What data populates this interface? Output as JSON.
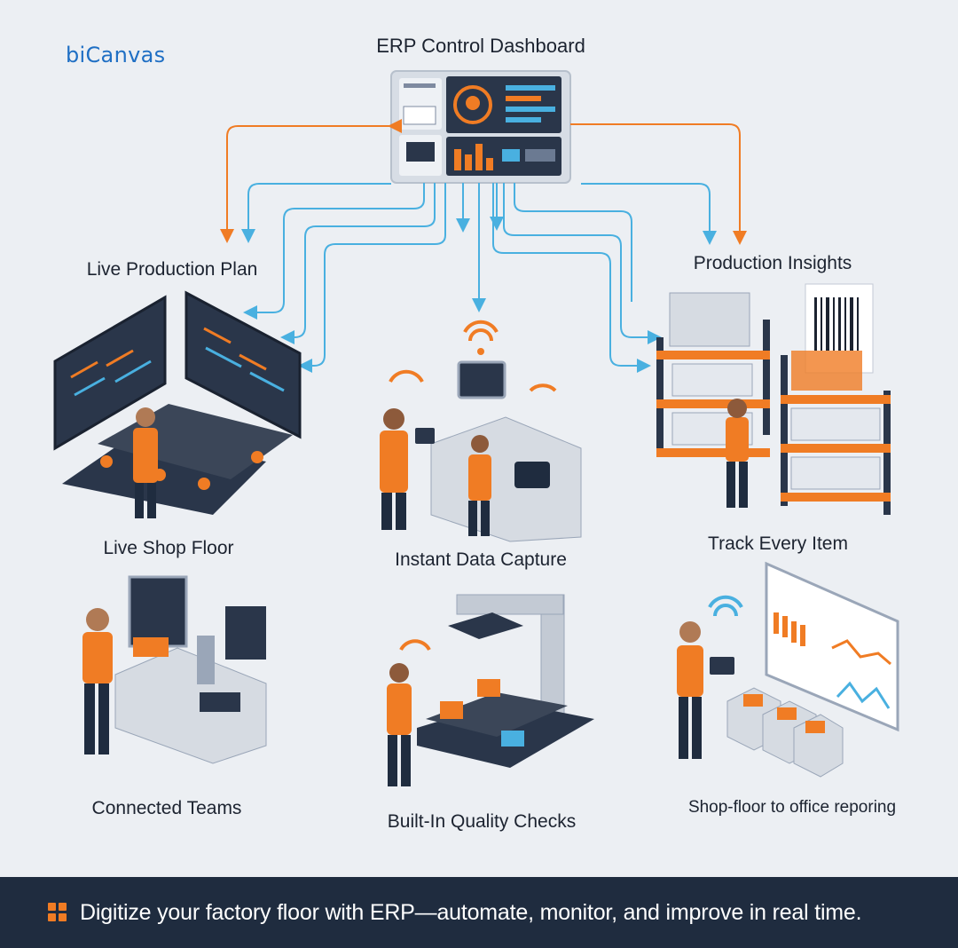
{
  "brand": "biCanvas",
  "title": "ERP Control Dashboard",
  "nodes": {
    "live_production_plan": "Live Production Plan",
    "production_insights": "Production Insights",
    "live_shop_floor": "Live Shop Floor",
    "instant_data_capture": "Instant Data Capture",
    "track_every_item": "Track Every Item",
    "connected_teams": "Connected Teams",
    "built_in_quality_checks": "Built-In Quality Checks",
    "shop_floor_reporting": "Shop-floor to office reporing"
  },
  "footer": {
    "text": "Digitize your factory floor with ERP—automate, monitor, and improve in real time."
  },
  "colors": {
    "orange": "#f07c24",
    "blue": "#49b0e0",
    "navy": "#1f2c3f",
    "background": "#eceff3"
  }
}
